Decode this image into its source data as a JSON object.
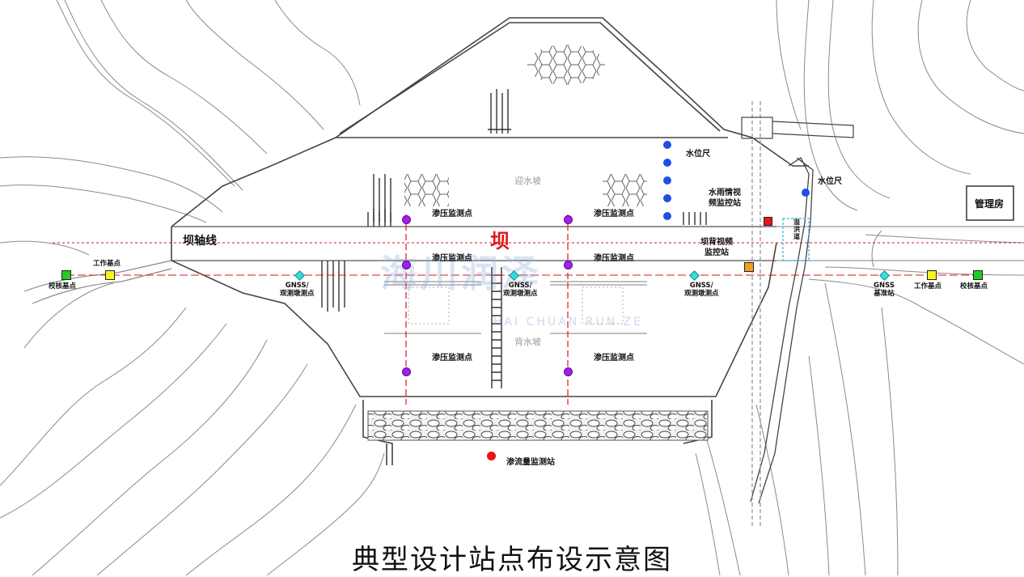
{
  "title": "典型设计站点布设示意图",
  "dam_label": "坝",
  "axis_label": "坝轴线",
  "upstream_slope": "迎水坡",
  "downstream_slope": "背水坡",
  "watermark": {
    "main": "海川润泽",
    "sub": "HAI CHUAN RUN ZE"
  },
  "management_house": "管理房",
  "spillway": "溢洪道",
  "water_gauge_1": "水位尺",
  "water_gauge_2": "水位尺",
  "rain_station": "水雨情视\n频监控站",
  "back_video_station": "坝背视频\n监控站",
  "seepage_station": "渗流量监测站",
  "pressure_points": [
    "渗压监测点",
    "渗压监测点",
    "渗压监测点",
    "渗压监测点",
    "渗压监测点",
    "渗压监测点"
  ],
  "gnss_points": [
    "GNSS/\n观测墩测点",
    "GNSS/\n观测墩测点",
    "GNSS/\n观测墩测点"
  ],
  "gnss_base": "GNSS\n基准站",
  "left_work_base": "工作基点",
  "left_check_base": "校核基点",
  "right_work_base": "工作基点",
  "right_check_base": "校核基点",
  "colors": {
    "pressure": "#a020f0",
    "water_gauge": "#1f4fe6",
    "rain_station": "#e8141a",
    "back_video": "#f0a020",
    "gnss": "#2fe0e0",
    "work_base": "#f5f518",
    "check_base": "#22cc22",
    "dam_axis": "#e0141a"
  }
}
